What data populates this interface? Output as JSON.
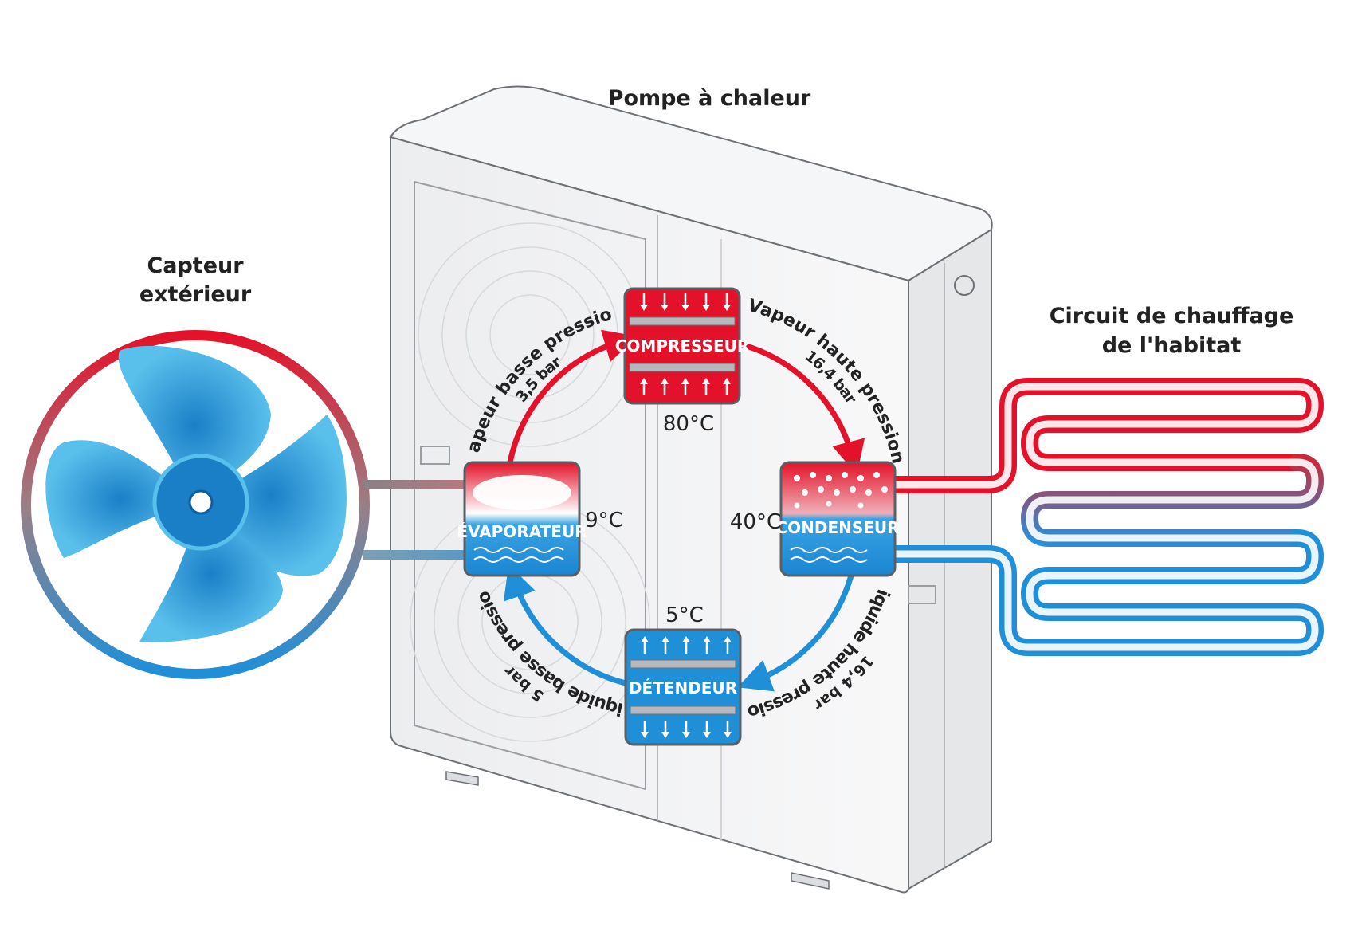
{
  "titles": {
    "pump": "Pompe à chaleur",
    "outdoor_line1": "Capteur",
    "outdoor_line2": "extérieur",
    "heating_line1": "Circuit de chauffage",
    "heating_line2": "de l'habitat"
  },
  "components": {
    "compressor": "COMPRESSEUR",
    "condenser": "CONDENSEUR",
    "expansion": "DÉTENDEUR",
    "evaporator": "ÉVAPORATEUR"
  },
  "temperatures": {
    "compressor": "80°C",
    "condenser": "40°C",
    "expansion": "5°C",
    "evaporator": "9°C"
  },
  "flows": {
    "vapor_low": {
      "label": "Vapeur basse pression",
      "pressure": "3,5 bar"
    },
    "vapor_high": {
      "label": "Vapeur haute pression",
      "pressure": "16,4 bar"
    },
    "liquid_high": {
      "label": "Liquide haute pression",
      "pressure": "16,4 bar"
    },
    "liquid_low": {
      "label": "Liquide basse pression",
      "pressure": "5 bar"
    }
  },
  "colors": {
    "hot": "#e3122a",
    "cold": "#1f8fd8",
    "fan": "#4ab6e8",
    "unit_body": "#f2f3f4"
  },
  "icons": {
    "fan": "fan-icon",
    "arrow_down": "arrow-down-icon",
    "arrow_up": "arrow-up-icon",
    "droplet": "droplet-icon",
    "wave": "wave-icon"
  }
}
